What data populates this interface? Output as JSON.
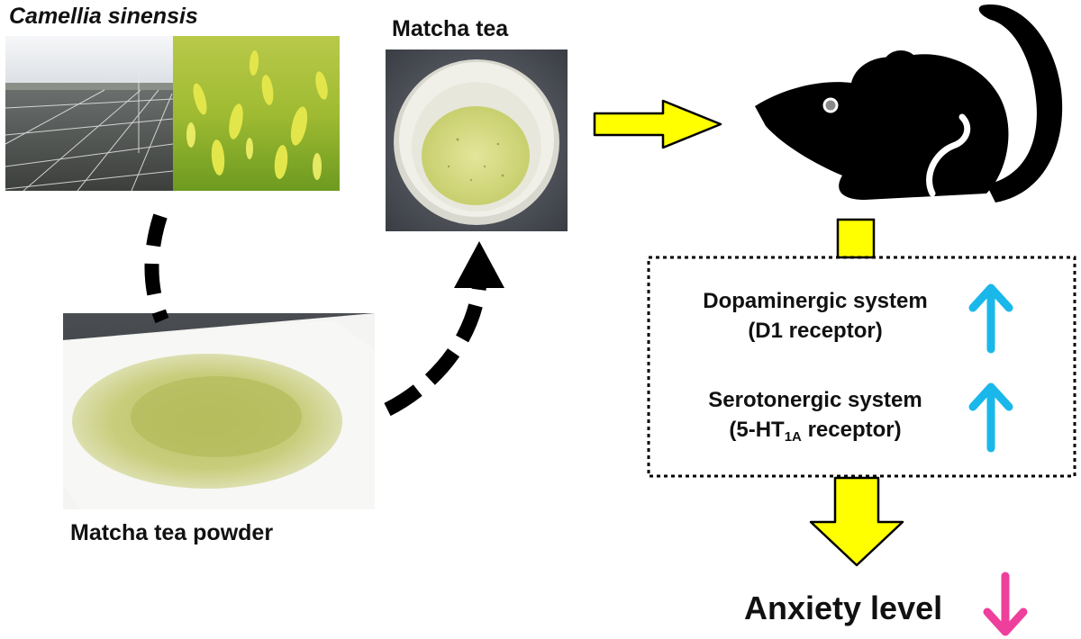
{
  "source_label": "Camellia sinensis",
  "tea_label": "Matcha tea",
  "powder_label": "Matcha tea powder",
  "systems": [
    {
      "name": "Dopaminergic system",
      "receptor": "(D1 receptor)",
      "direction": "up"
    },
    {
      "name": "Serotonergic system",
      "receptor_prefix": "(5-HT",
      "receptor_sub": "1A",
      "receptor_suffix": " receptor)",
      "direction": "up"
    }
  ],
  "outcome": {
    "label": "Anxiety level",
    "direction": "down"
  },
  "colors": {
    "arrow_fill": "#ffff00",
    "increase_arrow": "#1ab8ea",
    "decrease_arrow": "#ee3f9c",
    "mouse": "#000000",
    "tea_green": "#d8df8a"
  },
  "icons": [
    "mouse-silhouette",
    "up-arrow-icon",
    "down-arrow-icon"
  ]
}
